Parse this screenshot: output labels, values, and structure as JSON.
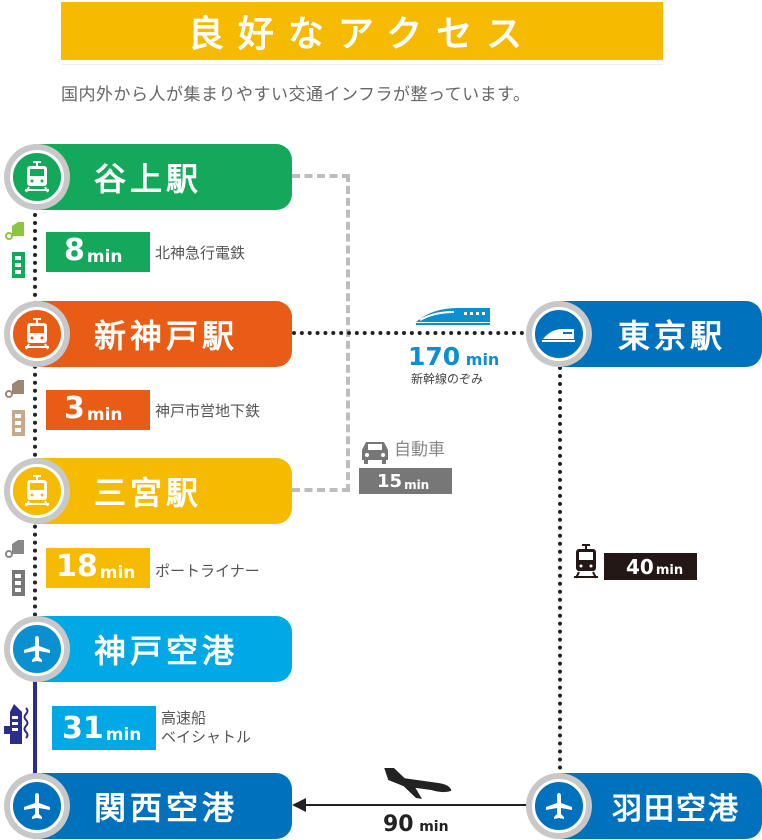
{
  "header": {
    "title": "良好なアクセス",
    "subtitle": "国内外から人が集まりやすい交通インフラが整っています。"
  },
  "colors": {
    "title_bg": "#f6bb00",
    "tanigami": "#14a85a",
    "shinkobe": "#e95c15",
    "sannomiya": "#f6bb00",
    "kobe_airport": "#00a8e6",
    "kansai_airport": "#0071bc",
    "tokyo": "#0071bc",
    "haneda": "#0071bc",
    "car": "#777777",
    "train40": "#231815",
    "ferry_line": "#2b2d8c"
  },
  "stations": [
    {
      "id": "tanigami",
      "name": "谷上駅",
      "icon": "train-icon"
    },
    {
      "id": "shinkobe",
      "name": "新神戸駅",
      "icon": "train-icon"
    },
    {
      "id": "sannomiya",
      "name": "三宮駅",
      "icon": "train-icon"
    },
    {
      "id": "kobe_airport",
      "name": "神戸空港",
      "icon": "airplane-icon"
    },
    {
      "id": "kansai_airport",
      "name": "関西空港",
      "icon": "airplane-icon"
    },
    {
      "id": "tokyo",
      "name": "東京駅",
      "icon": "shinkansen-icon"
    },
    {
      "id": "haneda",
      "name": "羽田空港",
      "icon": "airplane-icon"
    }
  ],
  "segments": [
    {
      "from": "谷上駅",
      "to": "新神戸駅",
      "minutes": "8",
      "unit": "min",
      "line": "北神急行電鉄"
    },
    {
      "from": "新神戸駅",
      "to": "三宮駅",
      "minutes": "3",
      "unit": "min",
      "line": "神戸市営地下鉄"
    },
    {
      "from": "三宮駅",
      "to": "神戸空港",
      "minutes": "18",
      "unit": "min",
      "line": "ポートライナー"
    },
    {
      "from": "神戸空港",
      "to": "関西空港",
      "minutes": "31",
      "unit": "min",
      "line": "高速船",
      "line2": "ベイシャトル"
    },
    {
      "from": "谷上駅",
      "to": "三宮駅",
      "minutes": "15",
      "unit": "min",
      "line": "自動車"
    },
    {
      "from": "新神戸駅",
      "to": "東京駅",
      "minutes": "170",
      "unit": "min",
      "line": "新幹線のぞみ"
    },
    {
      "from": "東京駅",
      "to": "羽田空港",
      "minutes": "40",
      "unit": "min"
    },
    {
      "from": "羽田空港",
      "to": "関西空港",
      "minutes": "90",
      "unit": "min"
    }
  ]
}
